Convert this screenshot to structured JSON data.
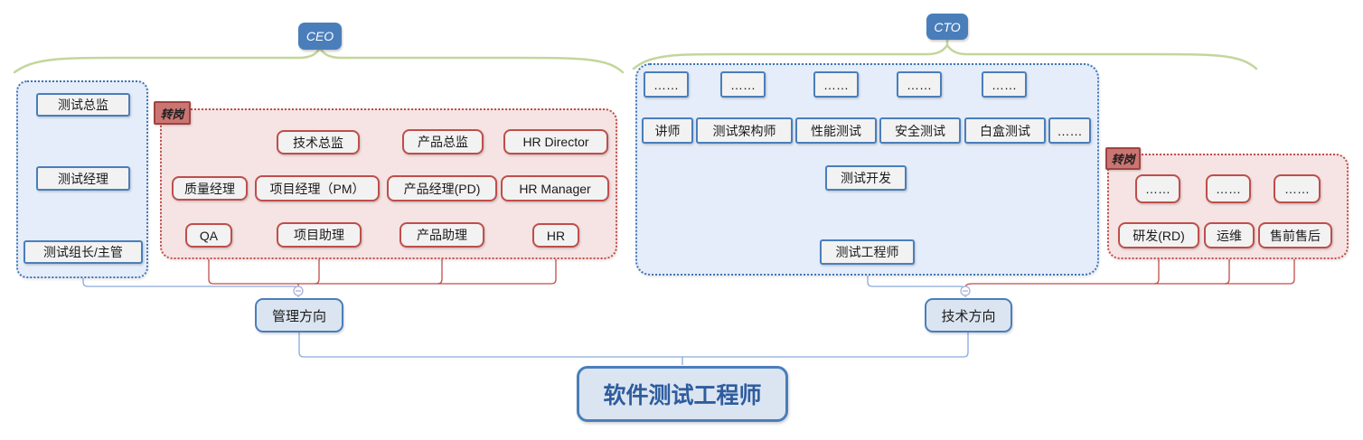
{
  "root": {
    "label": "软件测试工程师"
  },
  "badges": {
    "ceo": "CEO",
    "cto": "CTO"
  },
  "directions": {
    "management": "管理方向",
    "technical": "技术方向"
  },
  "ceo_branch": {
    "test_track": {
      "nodes": [
        {
          "label": "测试总监"
        },
        {
          "label": "测试经理"
        },
        {
          "label": "测试组长/主管"
        }
      ]
    },
    "transfer_group": {
      "badge": "转岗",
      "columns": [
        {
          "mid": "质量经理",
          "bottom": "QA"
        },
        {
          "top": "技术总监",
          "mid": "项目经理（PM）",
          "bottom": "项目助理"
        },
        {
          "top": "产品总监",
          "mid": "产品经理(PD)",
          "bottom": "产品助理"
        },
        {
          "top": "HR Director",
          "mid": "HR Manager",
          "bottom": "HR"
        }
      ]
    }
  },
  "cto_branch": {
    "specialties": {
      "columns": [
        {
          "top": "……",
          "label": "讲师"
        },
        {
          "top": "……",
          "label": "测试架构师"
        },
        {
          "top": "……",
          "label": "性能测试"
        },
        {
          "top": "……",
          "label": "安全测试"
        },
        {
          "top": "……",
          "label": "白盒测试"
        }
      ],
      "more": "……",
      "test_dev": "测试开发",
      "test_engineer": "测试工程师"
    },
    "transfer_group": {
      "badge": "转岗",
      "columns": [
        {
          "top": "……",
          "bottom": "研发(RD)"
        },
        {
          "top": "……",
          "bottom": "运维"
        },
        {
          "top": "……",
          "bottom": "售前售后"
        }
      ]
    }
  },
  "colors": {
    "blue_border": "#4a7ebb",
    "blue_line": "#8aabda",
    "red_border": "#bf4e4b",
    "container_blue_fill": "#e4edf9",
    "container_red_fill": "#f5e4e3",
    "node_fill": "#f2f2f2",
    "direction_fill": "#dbe5f1",
    "badge_blue": "#4a7ebb",
    "badge_red": "#cb7573",
    "brace_green": "#c3d69b",
    "toggle_lavender": "#a9afd9",
    "toggle_red": "#c9908e",
    "root_text": "#2e5c9e"
  }
}
